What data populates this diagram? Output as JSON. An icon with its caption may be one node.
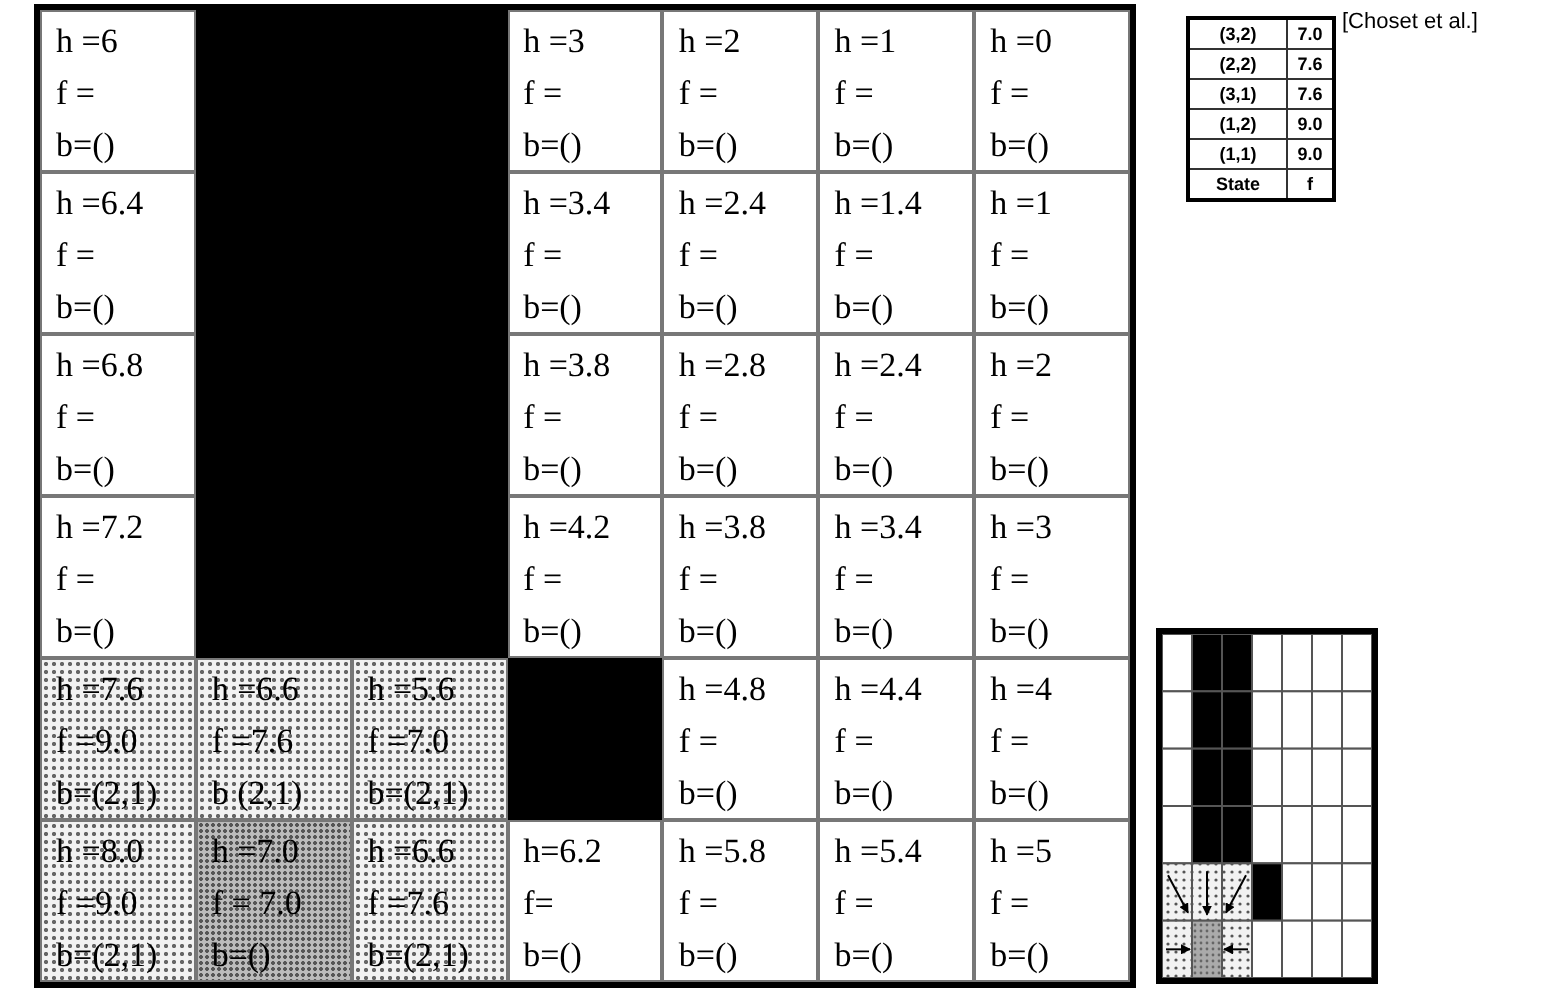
{
  "diagram": {
    "labels": [
      "h =6",
      "f =",
      "b=()",
      "h =3",
      "f =",
      "b=()",
      "h =2",
      "f =",
      "b=()",
      "h =1",
      "f =",
      "b=()",
      "h =0",
      "f =",
      "b=()",
      "h =6.4",
      "f =",
      "b=()",
      "h =3.4",
      "f =",
      "b=()",
      "h =2.4",
      "f =",
      "b=()",
      "h =1.4",
      "f =",
      "b=()",
      "h =1",
      "f =",
      "b=()",
      "h =6.8",
      "f =",
      "b=()",
      "h =3.8",
      "f =",
      "b=()",
      "h =2.8",
      "f =",
      "b=()",
      "h =2.4",
      "f =",
      "b=()",
      "h =2",
      "f =",
      "b=()",
      "h =7.2",
      "f =",
      "b=()",
      "h =4.2",
      "f =",
      "b=()",
      "h =3.8",
      "f =",
      "b=()",
      "h =3.4",
      "f =",
      "b=()",
      "h =3",
      "f =",
      "b=()",
      "h =7.6",
      "f =9.0",
      "b=(2,1)",
      "h =6.6",
      "f =7.6",
      "b (2,1)",
      "h =5.6",
      "f =7.0",
      "b=(2,1)",
      "h =4.8",
      "f =",
      "b=()",
      "h =4.4",
      "f =",
      "b=()",
      "h =4",
      "f =",
      "b=()",
      "h =8.0",
      "f =9.0",
      "b=(2,1)",
      "h =7.0",
      "f = 7.0",
      "b=()",
      "h =6.6",
      "f =7.6",
      "b=(2,1)",
      "h=6.2",
      "f=",
      "b=()",
      "h =5.8",
      "f =",
      "b=()",
      "h =5.4",
      "f =",
      "b=()",
      "h =5",
      "f =",
      "b=()",
      "(3,2)",
      "7.0",
      "(2,2)",
      "7.6",
      "(3,1)",
      "7.6",
      "(1,2)",
      "9.0",
      "(1,1)",
      "9.0",
      "State",
      "f",
      "[Choset et al.]"
    ]
  }
}
